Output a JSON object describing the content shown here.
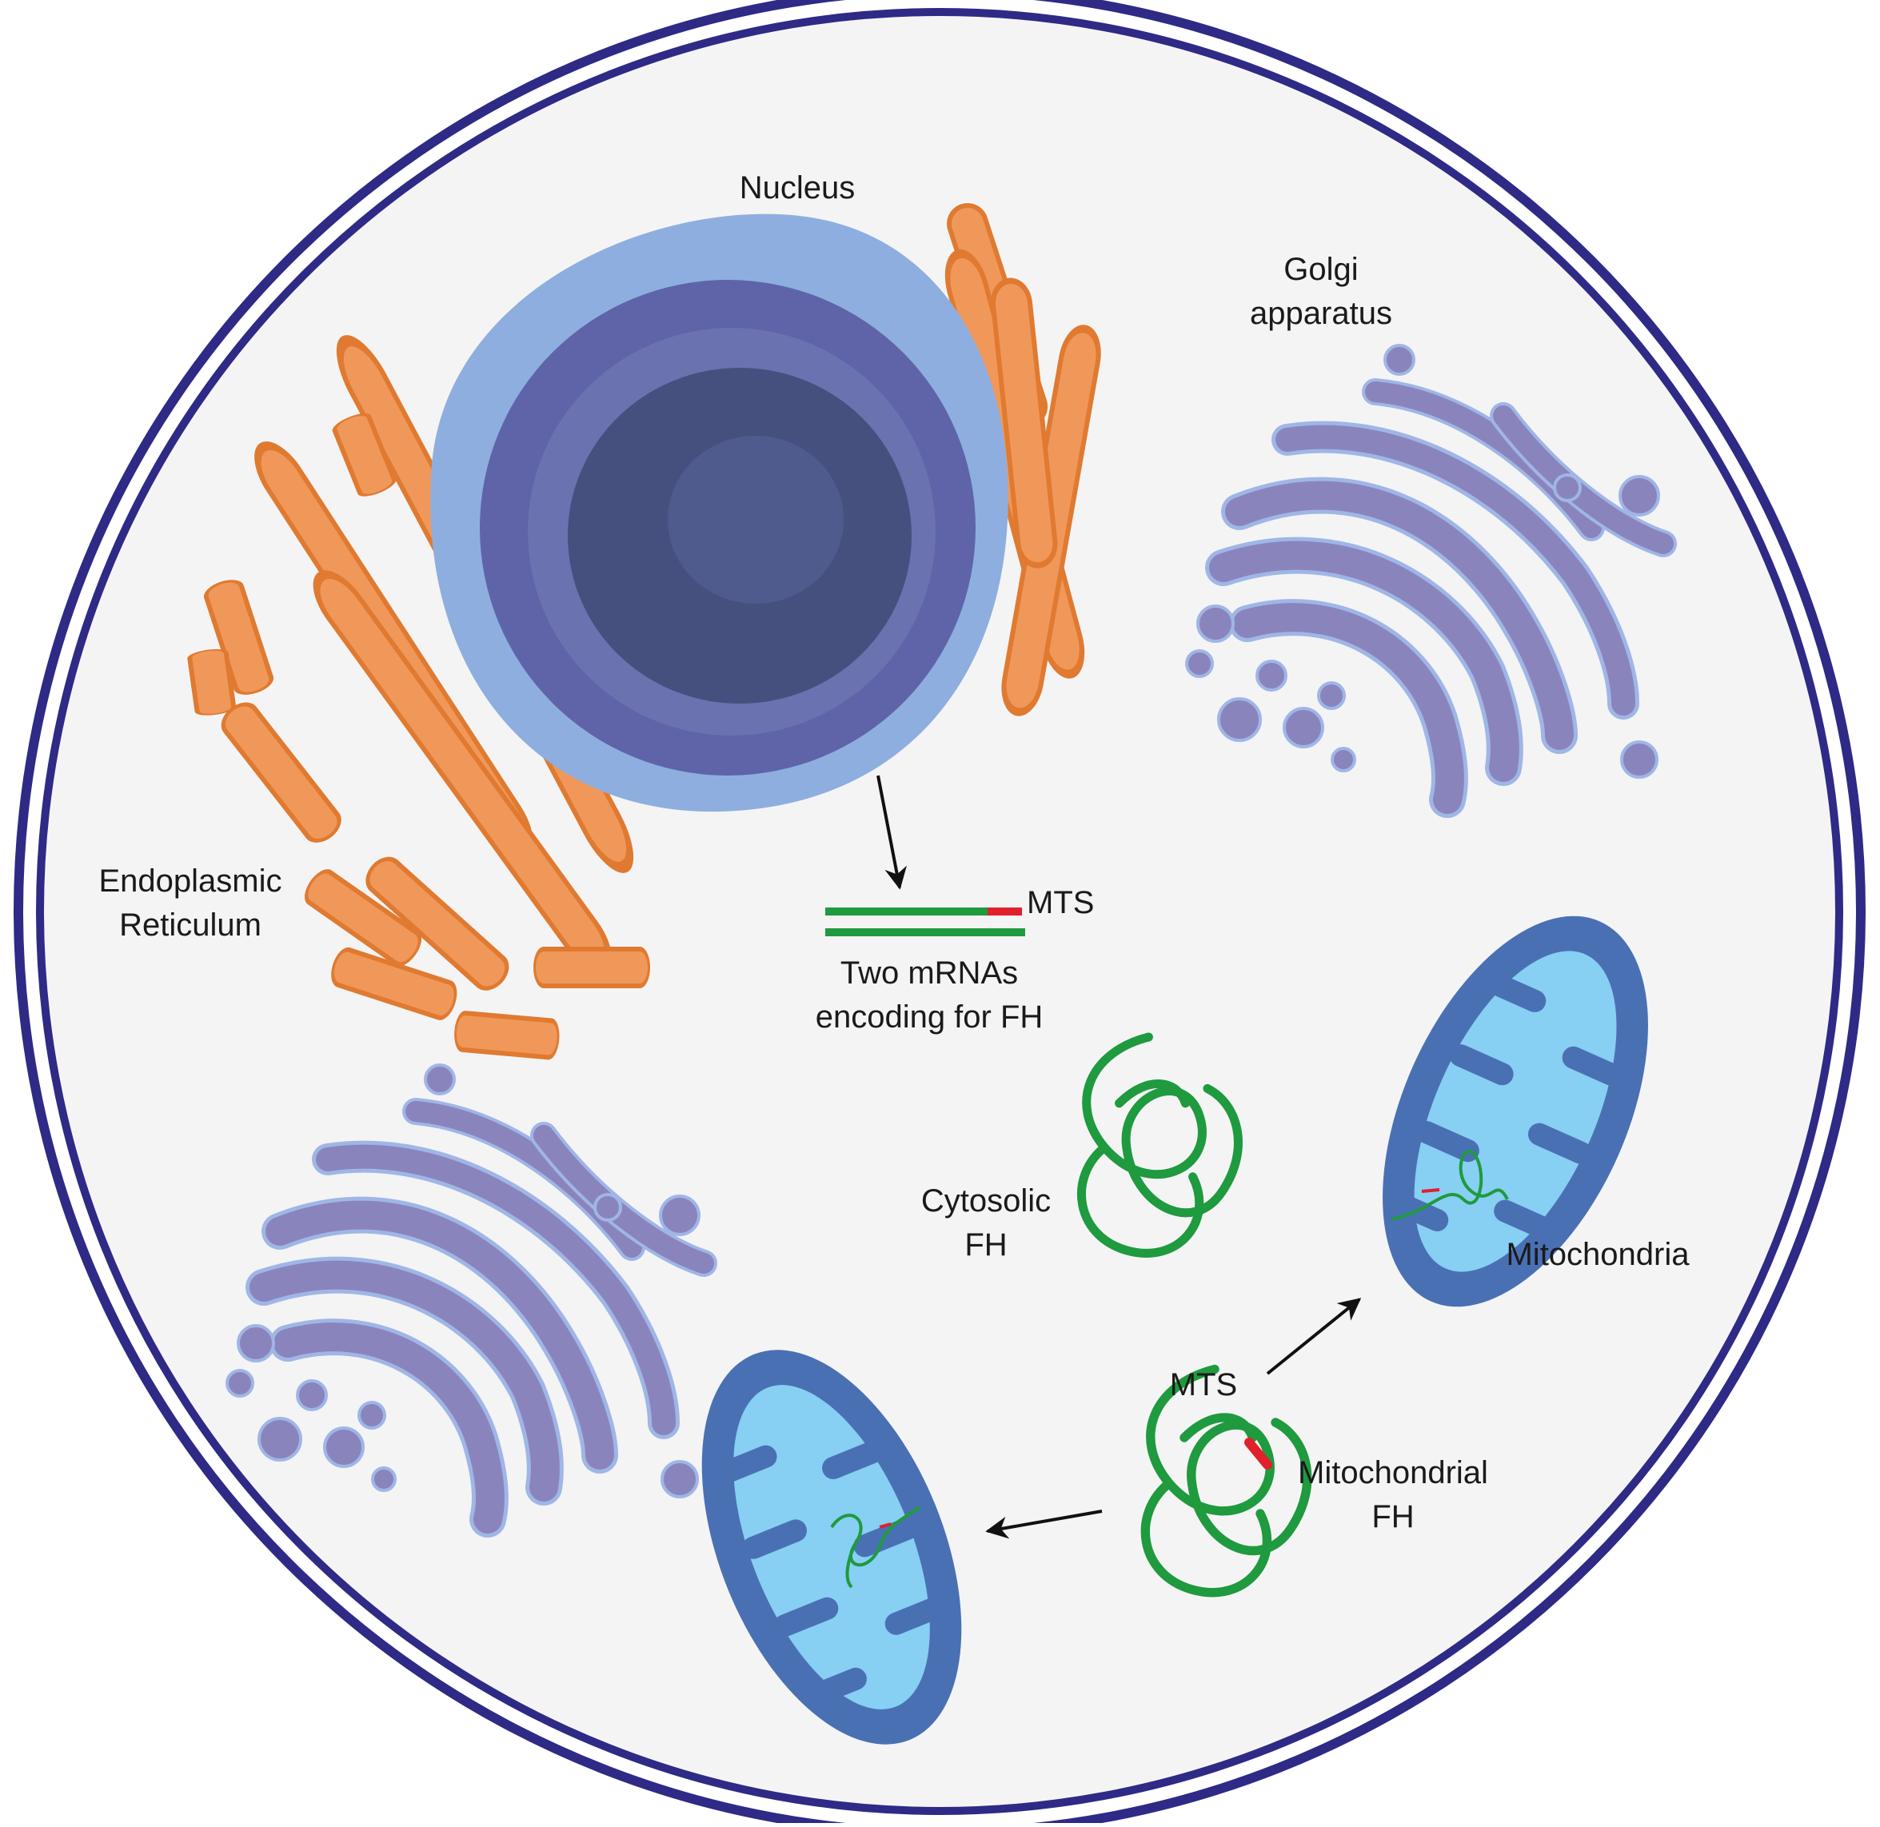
{
  "labels": {
    "nucleus": "Nucleus",
    "golgi_line1": "Golgi",
    "golgi_line2": "apparatus",
    "er_line1": "Endoplasmic",
    "er_line2": "Reticulum",
    "mts_mrna": "MTS",
    "mrna_line1": "Two mRNAs",
    "mrna_line2": "encoding for FH",
    "cytosolic_line1": "Cytosolic",
    "cytosolic_line2": "FH",
    "mitochondria": "Mitochondria",
    "mts_protein": "MTS",
    "mitofh_line1": "Mitochondrial",
    "mitofh_line2": "FH"
  },
  "colors": {
    "cell_border": "#2e2a86",
    "cytoplasm": "#f4f4f5",
    "nucleus_outer": "#8eaedf",
    "nucleus_ring": "#5f64a8",
    "nucleus_inner": "#46507f",
    "nucleolus": "#4e5b8c",
    "er": "#f0985a",
    "er_stroke": "#e07a30",
    "golgi": "#8a84bd",
    "golgi_edge": "#9fb6e6",
    "mito_outer": "#4a70b4",
    "mito_inner": "#87cff3",
    "mrna": "#1f9a3e",
    "mts": "#e0202a",
    "protein": "#1f9a3e"
  },
  "icons": [
    "nucleus-icon",
    "endoplasmic-reticulum-icon",
    "golgi-icon",
    "mitochondrion-icon",
    "protein-coil-icon",
    "arrow-icon"
  ]
}
